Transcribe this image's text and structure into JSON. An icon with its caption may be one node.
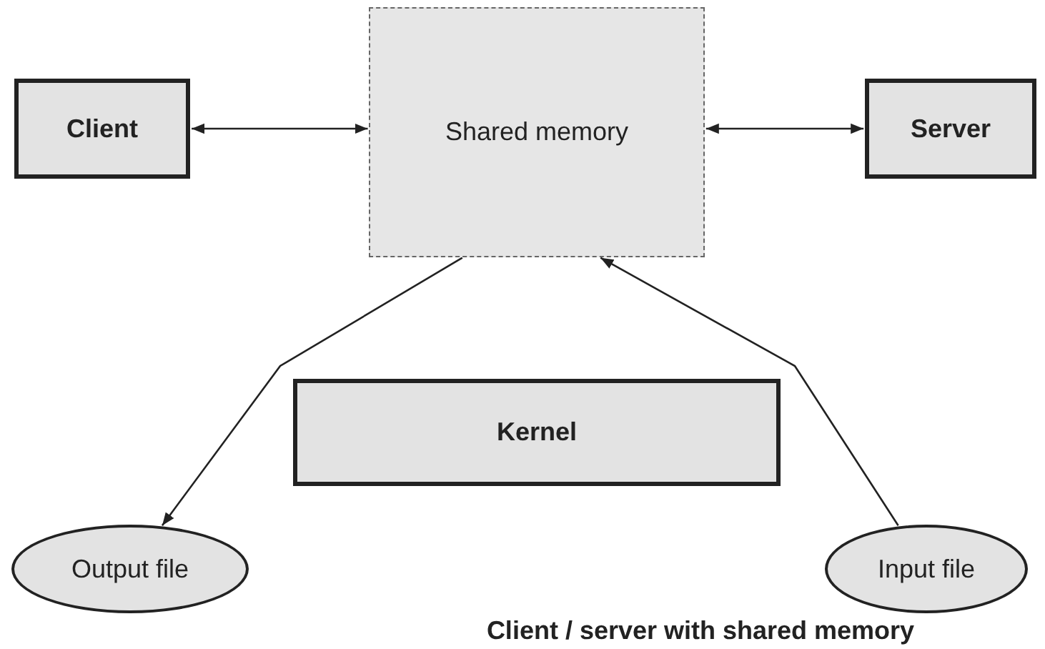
{
  "diagram": {
    "caption": "Client / server with shared memory",
    "nodes": [
      {
        "text": [
          "Client"
        ]
      },
      {
        "text": [
          "Shared memory"
        ]
      },
      {
        "text": [
          "Server"
        ]
      },
      {
        "text": [
          "Kernel"
        ]
      },
      {
        "text": [
          "Output file"
        ]
      },
      {
        "text": [
          "Input file"
        ]
      }
    ],
    "edges": [
      {
        "from": 0,
        "to": 1,
        "arrow": "both"
      },
      {
        "from": 1,
        "to": 2,
        "arrow": "both"
      },
      {
        "from": 1,
        "to": 4,
        "arrow": "to"
      },
      {
        "from": 5,
        "to": 1,
        "arrow": "to"
      }
    ]
  }
}
